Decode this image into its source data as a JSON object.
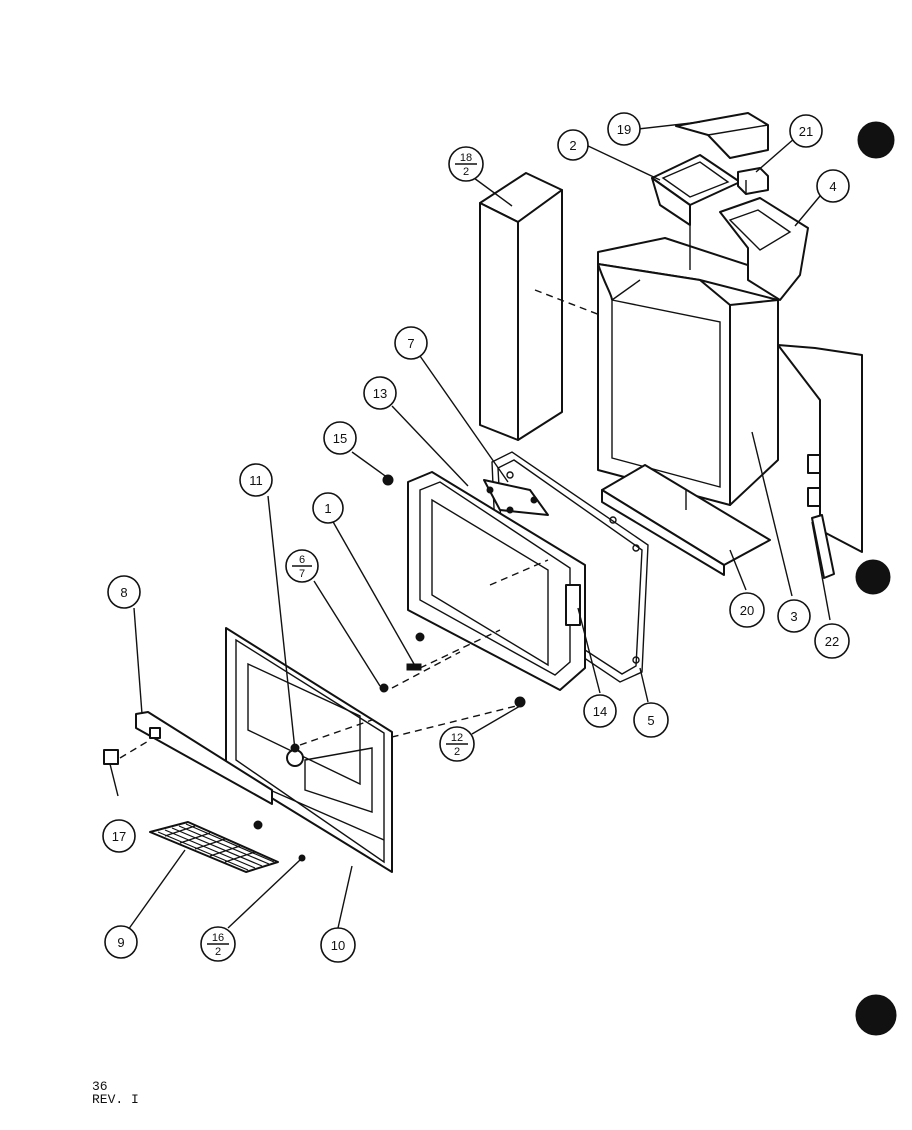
{
  "callouts": [
    {
      "id": "c1",
      "label": "1"
    },
    {
      "id": "c2",
      "label": "2"
    },
    {
      "id": "c3",
      "label": "3"
    },
    {
      "id": "c4",
      "label": "4"
    },
    {
      "id": "c5",
      "label": "5"
    },
    {
      "id": "c6",
      "top": "6",
      "bottom": "7"
    },
    {
      "id": "c7",
      "label": "7"
    },
    {
      "id": "c8",
      "label": "8"
    },
    {
      "id": "c9",
      "label": "9"
    },
    {
      "id": "c10",
      "label": "10"
    },
    {
      "id": "c11",
      "label": "11"
    },
    {
      "id": "c12",
      "top": "12",
      "bottom": "2"
    },
    {
      "id": "c13",
      "label": "13"
    },
    {
      "id": "c14",
      "label": "14"
    },
    {
      "id": "c15",
      "label": "15"
    },
    {
      "id": "c16",
      "top": "16",
      "bottom": "2"
    },
    {
      "id": "c17",
      "label": "17"
    },
    {
      "id": "c18",
      "top": "18",
      "bottom": "2"
    },
    {
      "id": "c19",
      "label": "19"
    },
    {
      "id": "c20",
      "label": "20"
    },
    {
      "id": "c21",
      "label": "21"
    },
    {
      "id": "c22",
      "label": "22"
    }
  ],
  "footer": {
    "page": "36",
    "revision": "REV. I"
  }
}
